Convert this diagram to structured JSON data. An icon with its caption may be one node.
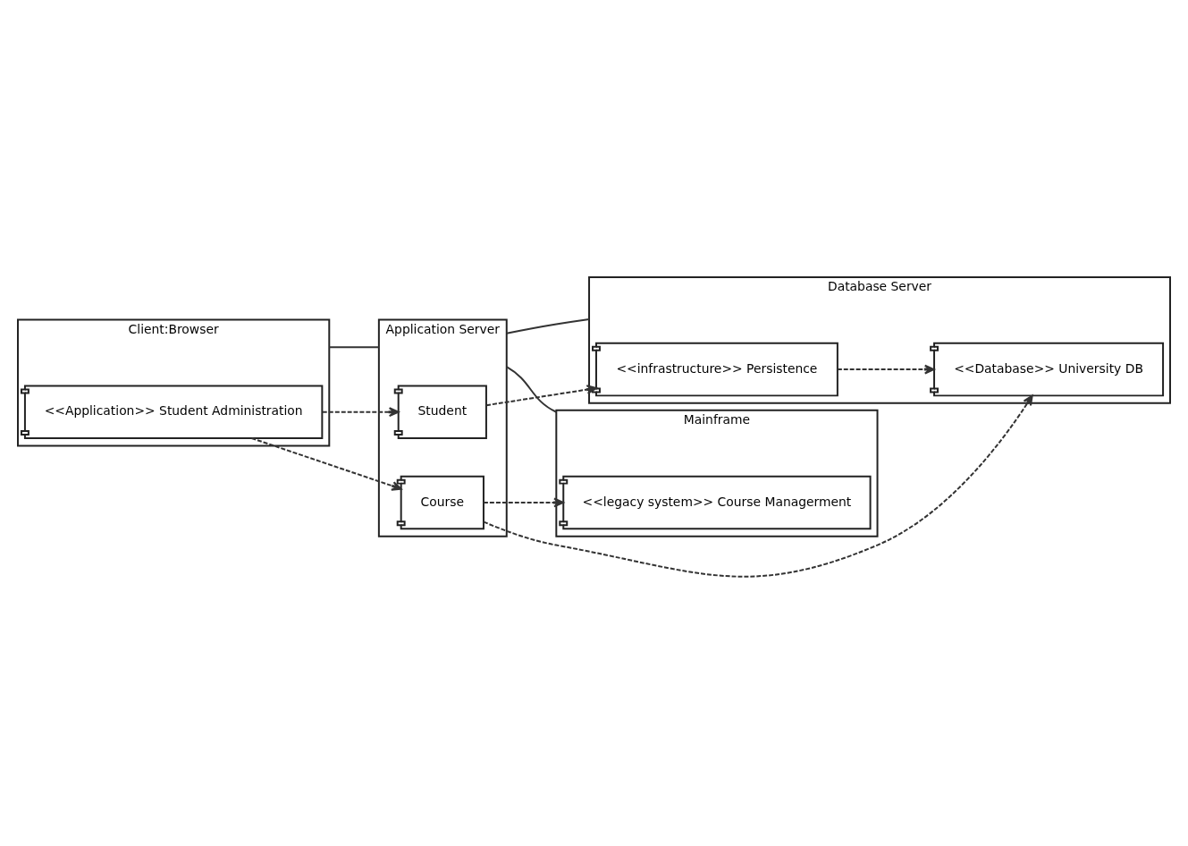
{
  "diagram": {
    "nodes": [
      {
        "text": [
          "Client:Browser"
        ]
      },
      {
        "text": [
          "<<Application>> Student Administration"
        ],
        "in": 0
      },
      {
        "text": [
          "Application Server"
        ]
      },
      {
        "text": [
          "Student"
        ],
        "in": 2
      },
      {
        "text": [
          "Course"
        ],
        "in": 2
      },
      {
        "text": [
          "Database Server"
        ]
      },
      {
        "text": [
          "<<infrastructure>> Persistence"
        ],
        "in": 5
      },
      {
        "text": [
          "<<Database>> University DB"
        ],
        "in": 5
      },
      {
        "text": [
          "Mainframe"
        ]
      },
      {
        "text": [
          "<<legacy system>> Course Managerment"
        ],
        "in": 8
      }
    ],
    "edges": [
      {
        "from": 0,
        "to": 2,
        "arrow": "none"
      },
      {
        "from": 2,
        "to": 5,
        "arrow": "none"
      },
      {
        "from": 2,
        "to": 8,
        "arrow": "none"
      },
      {
        "from": 1,
        "to": 3,
        "arrow": "to",
        "style": "dashed"
      },
      {
        "from": 1,
        "to": 4,
        "arrow": "to",
        "style": "dashed"
      },
      {
        "from": 3,
        "to": 6,
        "arrow": "to",
        "style": "dashed"
      },
      {
        "from": 6,
        "to": 7,
        "arrow": "to",
        "style": "dashed"
      },
      {
        "from": 4,
        "to": 7,
        "arrow": "to",
        "style": "dashed"
      },
      {
        "from": 4,
        "to": 9,
        "arrow": "to",
        "style": "dashed"
      }
    ]
  }
}
